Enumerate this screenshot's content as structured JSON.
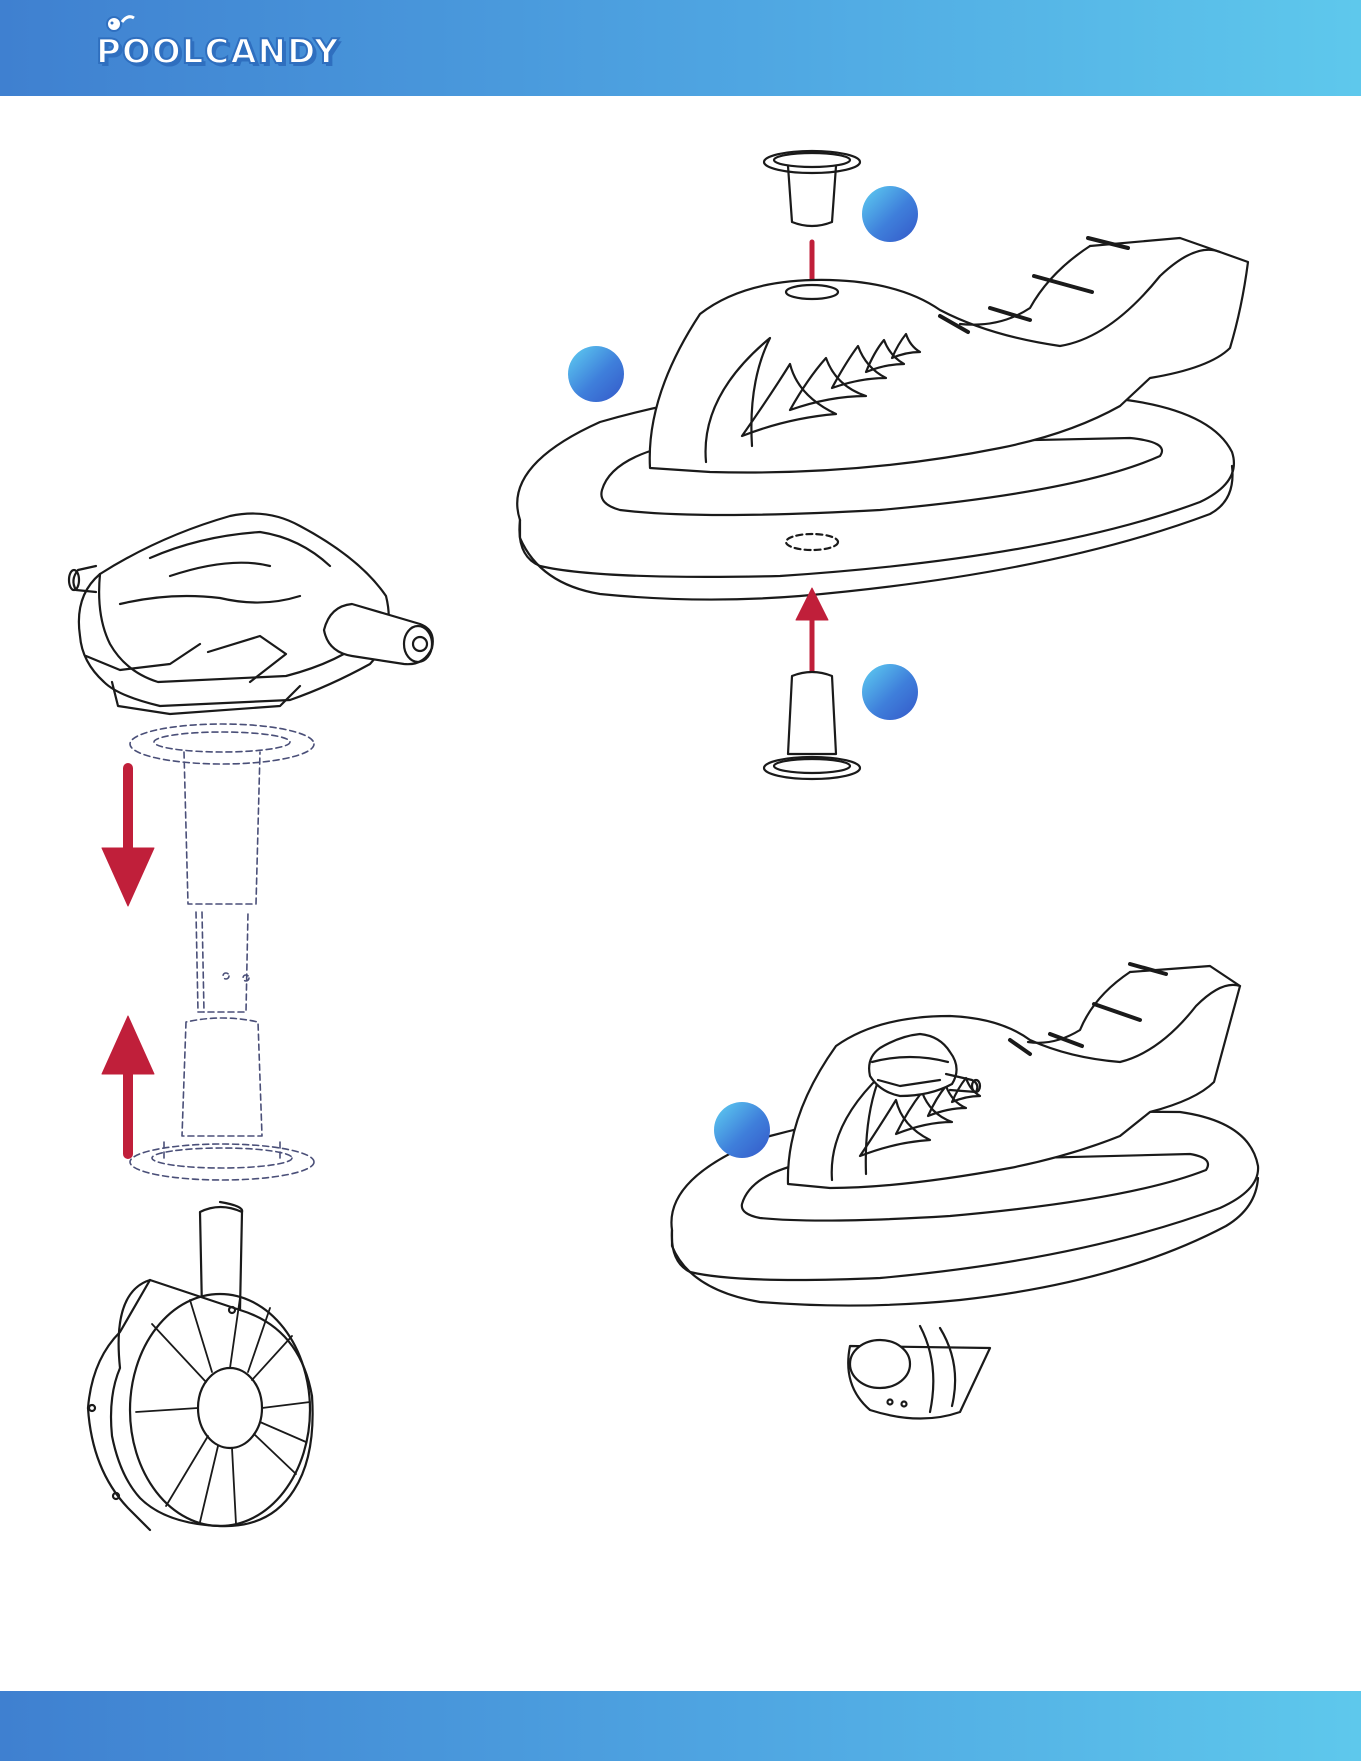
{
  "brand": {
    "logo_text": "POOLCANDY",
    "header_color": "#4fa6e2",
    "accent_arrow_color": "#c01f3a"
  },
  "diagram": {
    "step_badges": [
      {
        "id": "badge-valve-top",
        "label": ""
      },
      {
        "id": "badge-seat",
        "label": ""
      },
      {
        "id": "badge-valve-bottom",
        "label": ""
      },
      {
        "id": "badge-assembled",
        "label": ""
      }
    ],
    "icons": [
      "jet-motor-icon",
      "mount-post-icon",
      "propeller-icon",
      "jetski-float-icon",
      "valve-icon",
      "arrow-down-icon",
      "arrow-up-icon"
    ]
  }
}
